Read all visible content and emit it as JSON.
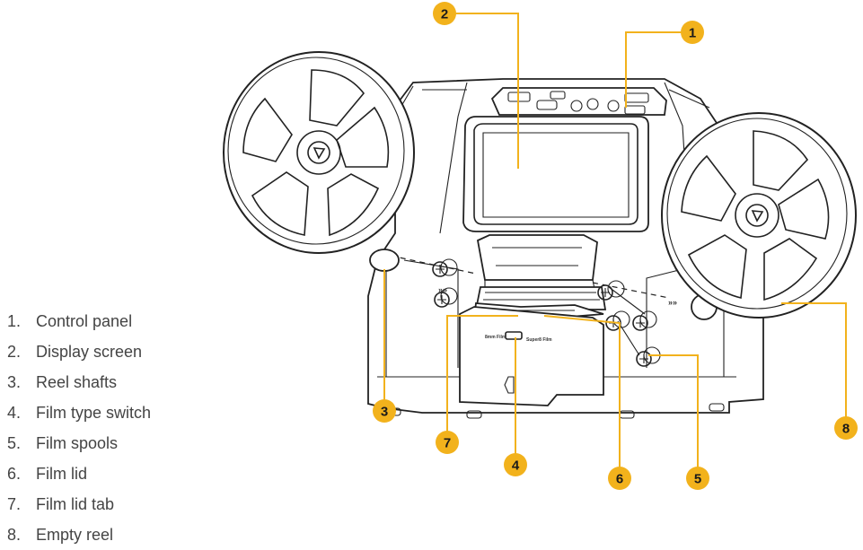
{
  "legend": [
    {
      "num": "1.",
      "label": "Control panel"
    },
    {
      "num": "2.",
      "label": "Display screen"
    },
    {
      "num": "3.",
      "label": "Reel shafts"
    },
    {
      "num": "4.",
      "label": "Film type switch"
    },
    {
      "num": "5.",
      "label": "Film spools"
    },
    {
      "num": "6.",
      "label": "Film lid"
    },
    {
      "num": "7.",
      "label": "Film lid tab"
    },
    {
      "num": "8.",
      "label": "Empty reel"
    }
  ],
  "callouts": [
    "1",
    "2",
    "3",
    "4",
    "5",
    "6",
    "7",
    "8"
  ],
  "device_text": {
    "switch_left": "8mm Film",
    "switch_right": "Super8 Film",
    "arrows": "»»"
  },
  "colors": {
    "callout_fill": "#f2b21c",
    "leader": "#f2b21c",
    "outline": "#222222",
    "legend_text": "#444444"
  }
}
